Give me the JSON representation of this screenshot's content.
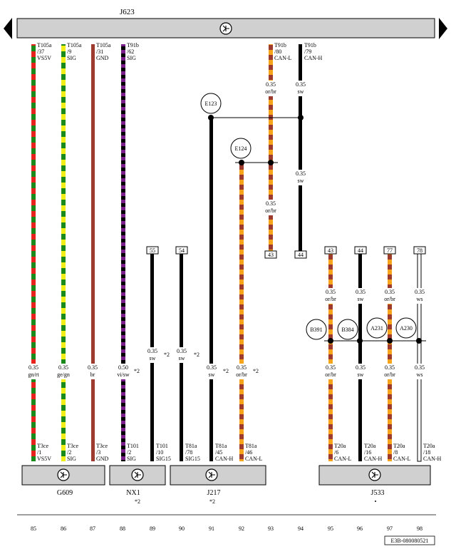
{
  "top_unit": {
    "label": "J623"
  },
  "bottom_units": [
    {
      "label": "G609",
      "sub": ""
    },
    {
      "label": "NX1",
      "sub": "*2"
    },
    {
      "label": "J217",
      "sub": "*2"
    },
    {
      "label": "J533",
      "sub": "•"
    }
  ],
  "top_pins": [
    {
      "lines": [
        "T105a",
        "/37",
        "VS5V"
      ]
    },
    {
      "lines": [
        "T105a",
        "/9",
        "SIG"
      ]
    },
    {
      "lines": [
        "T105a",
        "/31",
        "GND"
      ]
    },
    {
      "lines": [
        "T91b",
        "/62",
        "SIG"
      ]
    },
    {
      "lines": [
        "T91b",
        "/80",
        "CAN-L"
      ]
    },
    {
      "lines": [
        "T91b",
        "/79",
        "CAN-H"
      ]
    }
  ],
  "bottom_pins": [
    {
      "lines": [
        "T3ce",
        "/1",
        "VS5V"
      ]
    },
    {
      "lines": [
        "T3ce",
        "/2",
        "SIG"
      ]
    },
    {
      "lines": [
        "T3ce",
        "/3",
        "GND"
      ]
    },
    {
      "lines": [
        "T101",
        "/2",
        "SIG"
      ]
    },
    {
      "lines": [
        "T101",
        "/10",
        "SIG15"
      ]
    },
    {
      "lines": [
        "T81a",
        "/78",
        "SIG15"
      ]
    },
    {
      "lines": [
        "T81a",
        "/45",
        "CAN-H"
      ]
    },
    {
      "lines": [
        "T81a",
        "/46",
        "CAN-L"
      ]
    },
    {
      "lines": [
        "T20a",
        "/6",
        "CAN-L"
      ]
    },
    {
      "lines": [
        "T20a",
        "/16",
        "CAN-H"
      ]
    },
    {
      "lines": [
        "T20a",
        "/8",
        "CAN-L"
      ]
    },
    {
      "lines": [
        "T20a",
        "/18",
        "CAN-H"
      ]
    }
  ],
  "wire_labels": [
    {
      "size": "0.35",
      "color": "gn/rt"
    },
    {
      "size": "0.35",
      "color": "ge/gn"
    },
    {
      "size": "0.35",
      "color": "br"
    },
    {
      "size": "0.50",
      "color": "vi/sw"
    },
    {
      "size": "0.35",
      "color": "sw"
    },
    {
      "size": "0.35",
      "color": "sw"
    },
    {
      "size": "0.35",
      "color": "sw"
    },
    {
      "size": "0.35",
      "color": "or/br"
    },
    {
      "size": "0.35",
      "color": "or/br"
    },
    {
      "size": "0.35",
      "color": "sw"
    },
    {
      "size": "0.35",
      "color": "sw"
    },
    {
      "size": "0.35",
      "color": "or/br"
    },
    {
      "size": "0.35",
      "color": "or/br"
    },
    {
      "size": "0.35",
      "color": "sw"
    },
    {
      "size": "0.35",
      "color": "or/br"
    },
    {
      "size": "0.35",
      "color": "ws"
    },
    {
      "size": "0.35",
      "color": "or/br"
    },
    {
      "size": "0.35",
      "color": "sw"
    },
    {
      "size": "0.35",
      "color": "or/br"
    },
    {
      "size": "0.35",
      "color": "ws"
    }
  ],
  "notes": [
    "*2",
    "*2",
    "*2",
    "*2",
    "*2"
  ],
  "boxes": [
    "55",
    "54",
    "43",
    "44",
    "43",
    "44",
    "77",
    "78"
  ],
  "splices": [
    "E123",
    "E124",
    "B391",
    "B384",
    "A231",
    "A230"
  ],
  "columns": [
    "85",
    "86",
    "87",
    "88",
    "89",
    "90",
    "91",
    "92",
    "93",
    "94",
    "95",
    "96",
    "97",
    "98"
  ],
  "diagram_id": "E3B-080080521",
  "colors": {
    "unit_fill": "#d0d0d0",
    "gn": "#1a8a1a",
    "rt": "#e8231e",
    "ge": "#f2ee1a",
    "br": "#9c3b2e",
    "vi": "#7a1f8c",
    "or": "#f5a41c",
    "sw": "#000000",
    "ws": "#ffffff"
  }
}
